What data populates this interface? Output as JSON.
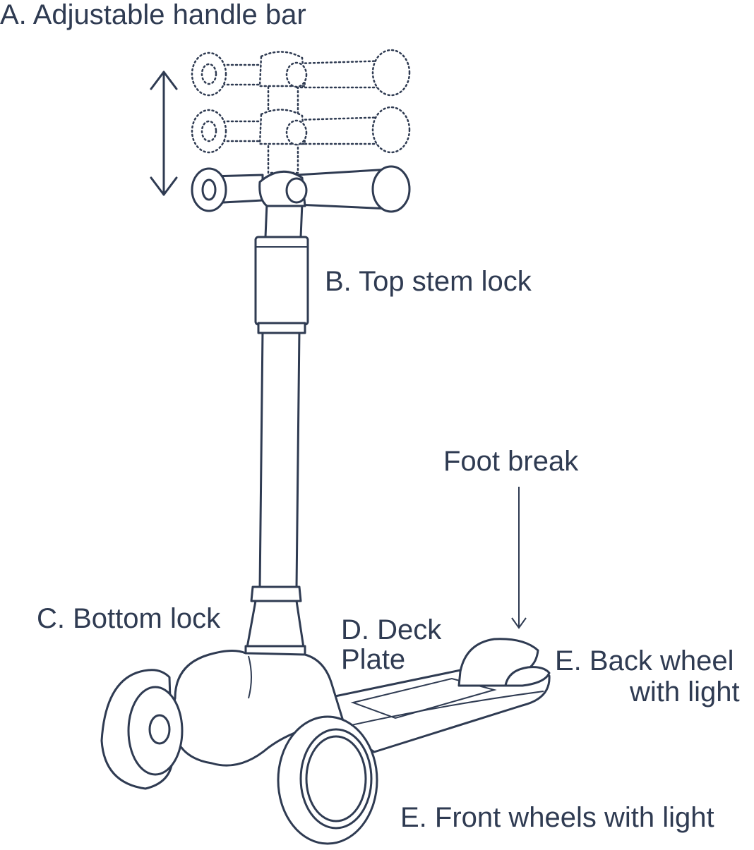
{
  "labels": {
    "handle_bar": "A. Adjustable handle bar",
    "top_stem_lock": "B. Top stem lock",
    "bottom_lock": "C. Bottom lock",
    "deck_plate_line1": "D. Deck",
    "deck_plate_line2": "Plate",
    "foot_brake": "Foot break",
    "back_wheel_line1": "E. Back wheel",
    "back_wheel_line2": "with light",
    "front_wheels": "E. Front wheels with light"
  },
  "colors": {
    "line": "#2f3b52",
    "background": "#ffffff"
  },
  "icons": {
    "height_adjust": "double-arrow-vertical-icon",
    "brake_pointer": "arrow-down-icon"
  }
}
